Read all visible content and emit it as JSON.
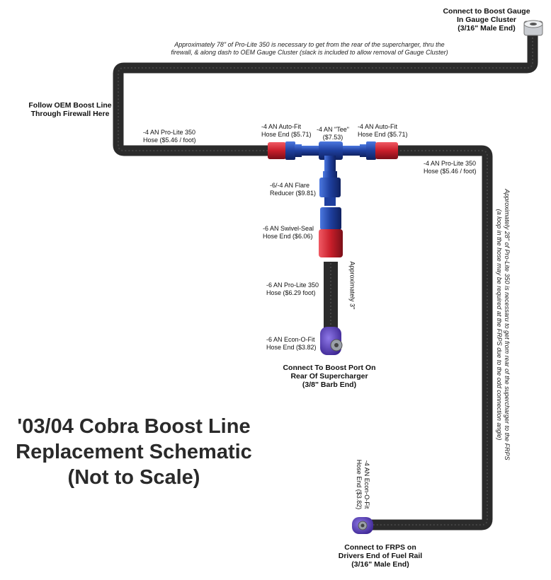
{
  "title": {
    "line1": "'03/04 Cobra Boost Line",
    "line2": "Replacement Schematic",
    "line3": "(Not to Scale)"
  },
  "top_connection": {
    "line1": "Connect to Boost Gauge",
    "line2": "In Gauge Cluster",
    "line3": "(3/16\" Male End)"
  },
  "top_note": {
    "line1": "Approximately 78\" of Pro-Lite 350 is necessary to get from the rear of the supercharger, thru the",
    "line2": "firewall, & along dash to OEM Gauge Cluster (slack is included to allow removal of Gauge Cluster)"
  },
  "firewall_note": {
    "line1": "Follow OEM Boost Line",
    "line2": "Through Firewall Here"
  },
  "parts": {
    "hose_left": {
      "line1": "-4 AN Pro-Lite 350",
      "line2": "Hose ($5.46 / foot)"
    },
    "autofit_left": {
      "line1": "-4 AN Auto-Fit",
      "line2": "Hose End ($5.71)"
    },
    "tee": {
      "line1": "-4 AN \"Tee\"",
      "line2": "($7.53)"
    },
    "autofit_right": {
      "line1": "-4 AN Auto-Fit",
      "line2": "Hose End ($5.71)"
    },
    "hose_right": {
      "line1": "-4 AN Pro-Lite 350",
      "line2": "Hose ($5.46 / foot)"
    },
    "reducer": {
      "line1": "-6/-4 AN Flare",
      "line2": "Reducer ($9.81)"
    },
    "swivel": {
      "line1": "-6 AN Swivel-Seal",
      "line2": "Hose End ($6.06)"
    },
    "hose_6": {
      "line1": "-6 AN Pro-Lite 350",
      "line2": "Hose ($6.29 foot)"
    },
    "approx_3": "Approximately 3\"",
    "econ_6": {
      "line1": "-6 AN Econ-O-Fit",
      "line2": "Hose End ($3.82)"
    },
    "econ_4": {
      "line1": "-4 AN Econ-O-Fit",
      "line2": "Hose End ($3.82)"
    }
  },
  "supercharger_connection": {
    "line1": "Connect To Boost Port On",
    "line2": "Rear Of Supercharger",
    "line3": "(3/8\" Barb End)"
  },
  "frps_connection": {
    "line1": "Connect to FRPS on",
    "line2": "Drivers End of Fuel Rail",
    "line3": "(3/16\" Male End)"
  },
  "right_note": {
    "line1": "Approximately 28\" of Pro-Lite 350 is necessaru to get from rear of the supercharger to the FRPS",
    "line2": "(a loop in the hose may be required at the FRPS due to the odd connection angle)"
  },
  "colors": {
    "hose": "#2b2b2b",
    "fitting_red": "#c81e2a",
    "fitting_blue": "#1e3f9e",
    "econ_purple": "#5a3fb0"
  }
}
